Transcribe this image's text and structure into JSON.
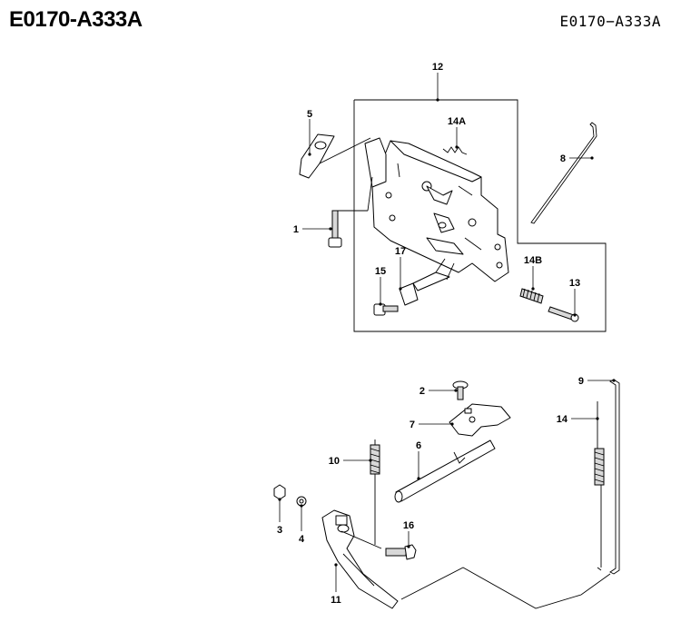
{
  "header": {
    "title_left": "E0170-A333A",
    "title_right": "E0170−A333A"
  },
  "callouts": [
    {
      "id": "c12",
      "label": "12"
    },
    {
      "id": "c5",
      "label": "5"
    },
    {
      "id": "c14A",
      "label": "14A"
    },
    {
      "id": "c8",
      "label": "8"
    },
    {
      "id": "c1",
      "label": "1"
    },
    {
      "id": "c17",
      "label": "17"
    },
    {
      "id": "c15",
      "label": "15"
    },
    {
      "id": "c14B",
      "label": "14B"
    },
    {
      "id": "c13",
      "label": "13"
    },
    {
      "id": "c9",
      "label": "9"
    },
    {
      "id": "c2",
      "label": "2"
    },
    {
      "id": "c7",
      "label": "7"
    },
    {
      "id": "c14",
      "label": "14"
    },
    {
      "id": "c6",
      "label": "6"
    },
    {
      "id": "c10",
      "label": "10"
    },
    {
      "id": "c3",
      "label": "3"
    },
    {
      "id": "c4",
      "label": "4"
    },
    {
      "id": "c16",
      "label": "16"
    },
    {
      "id": "c11",
      "label": "11"
    }
  ]
}
